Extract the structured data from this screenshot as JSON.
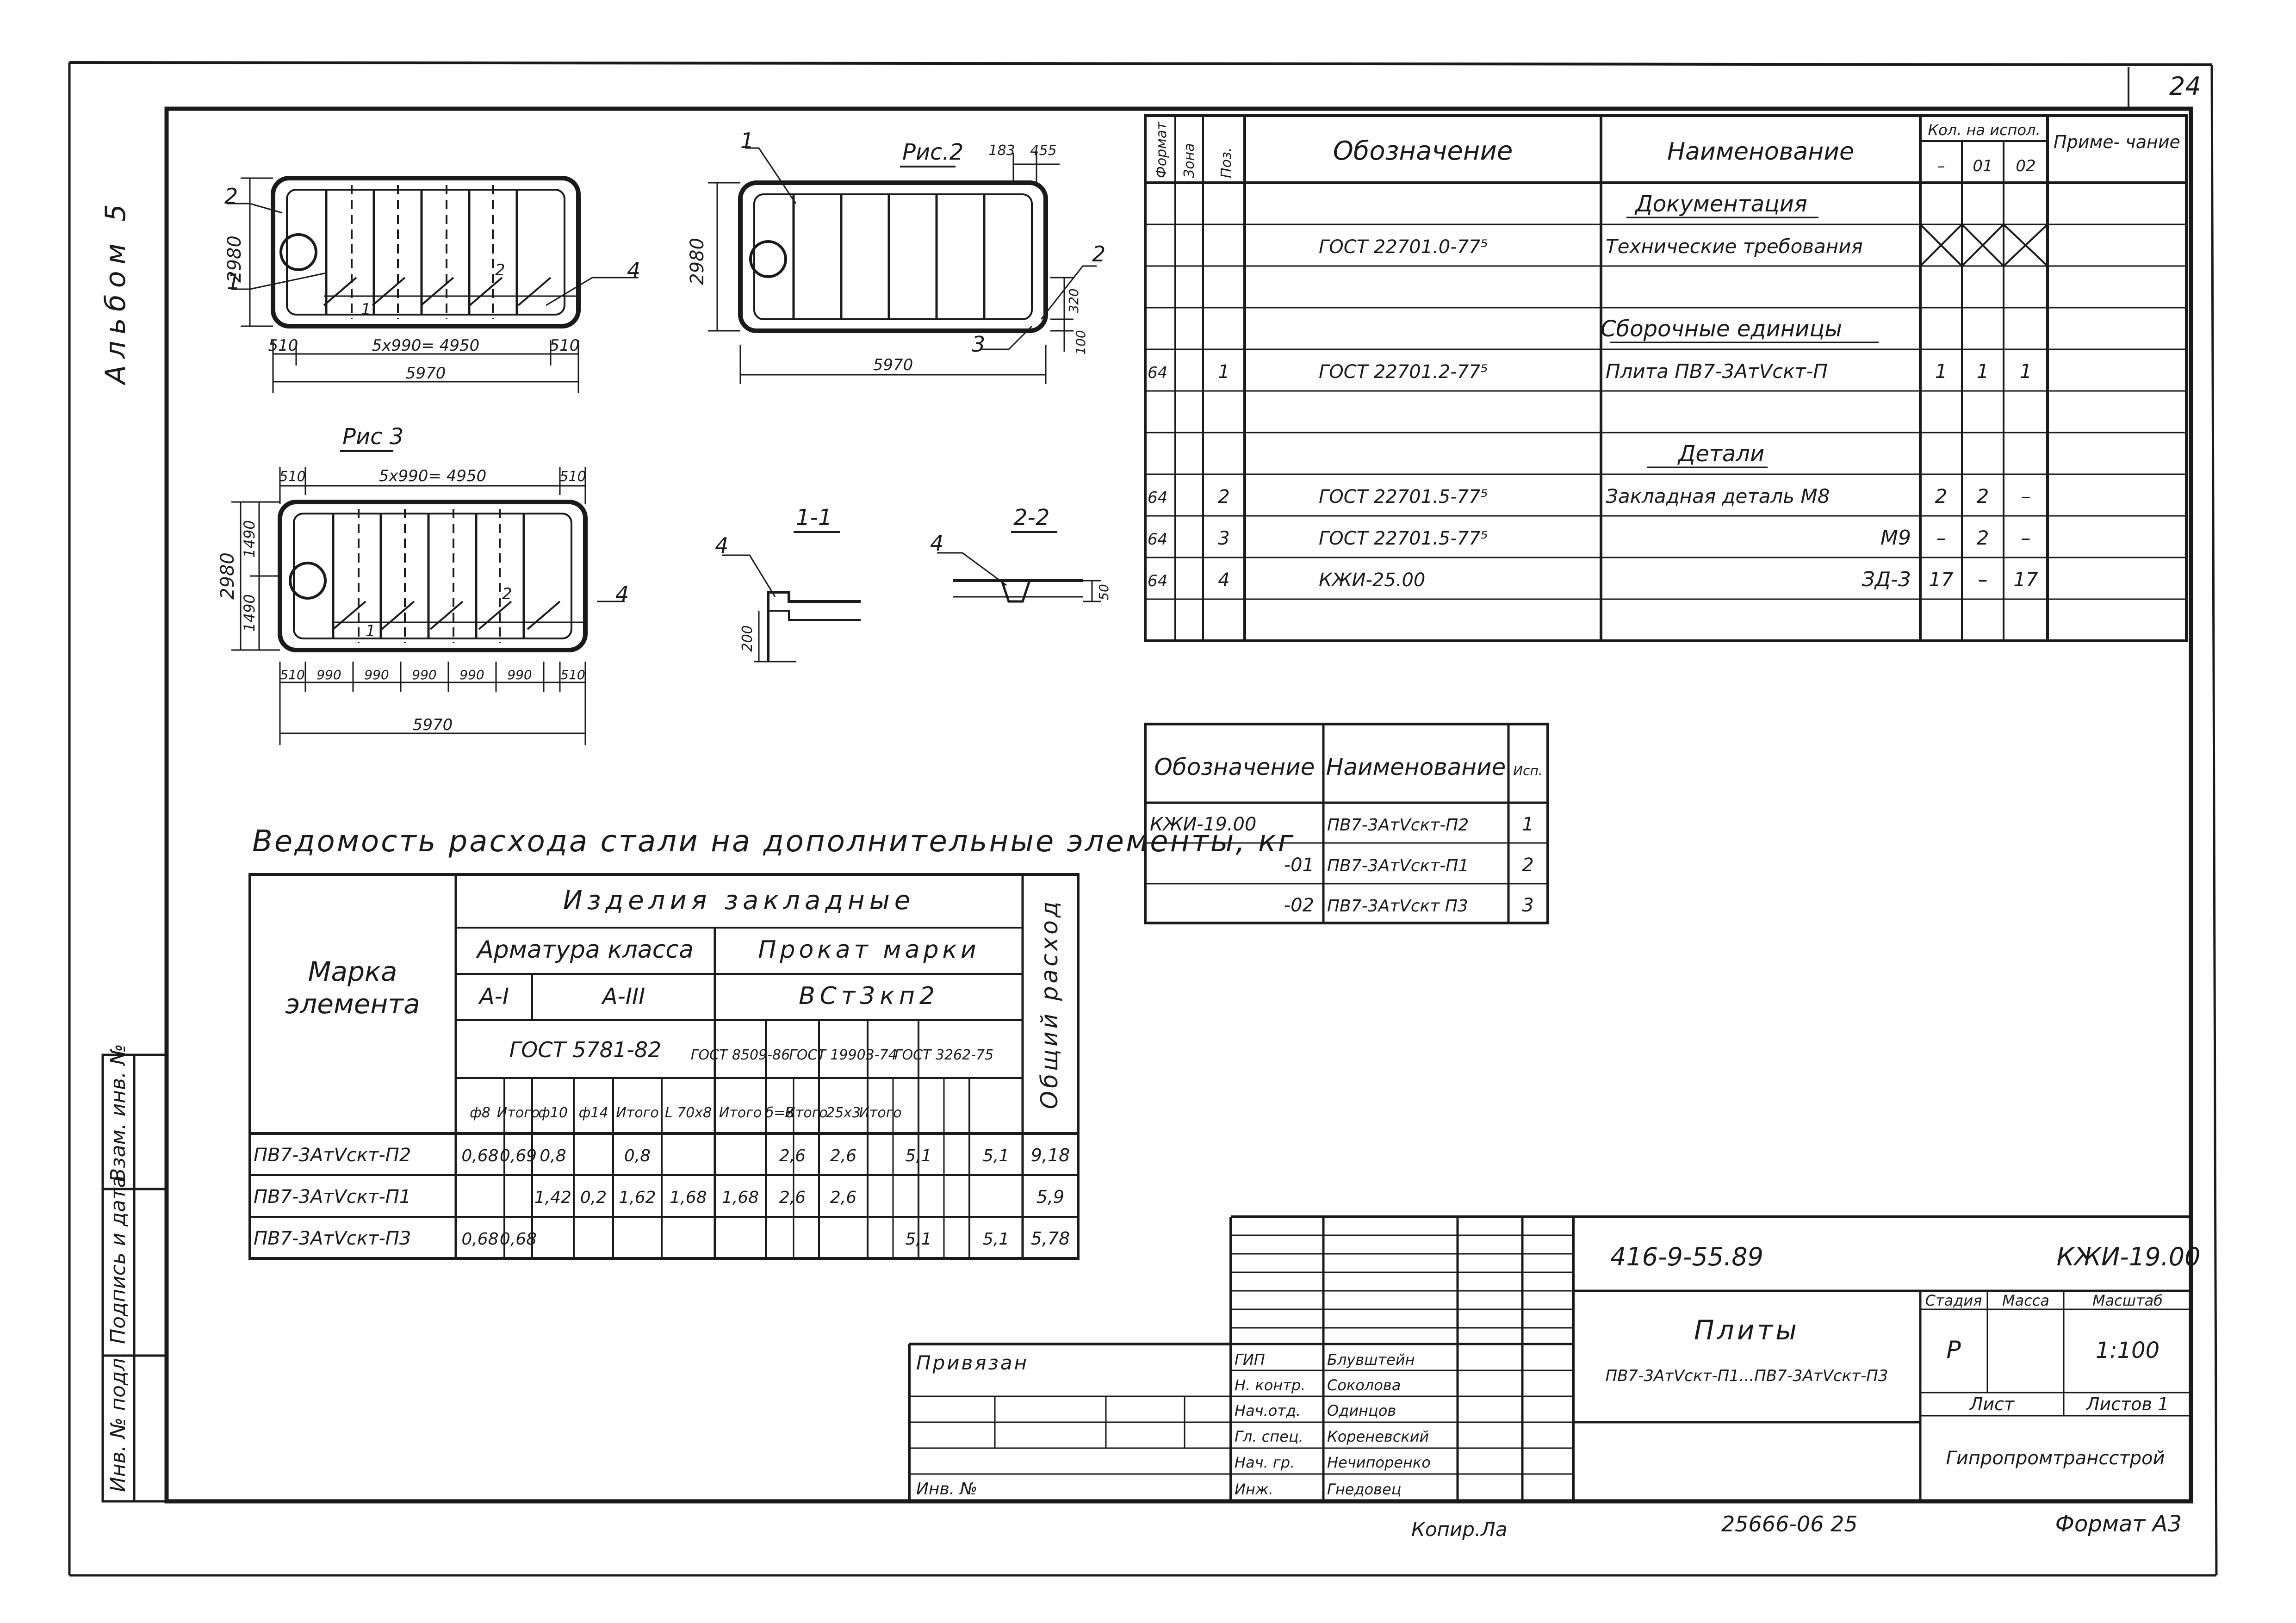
{
  "sheet": {
    "sheet_no": "24",
    "album_label": "Альбом 5",
    "copied_by": "Копир.Ла",
    "order_no": "25666-06 25",
    "format": "Формат А3"
  },
  "drawings": {
    "fig1": {
      "dim_height": "2980",
      "dim_edge_left": "510",
      "dim_spaces": "5х990= 4950",
      "dim_edge_right": "510",
      "dim_total": "5970",
      "tag_section": "1",
      "tag_section2": "2",
      "leaders": [
        "2",
        "1",
        "4"
      ]
    },
    "fig2": {
      "title": "Рис.2",
      "dim_height": "2980",
      "dim_top_a": "183",
      "dim_top_b": "455",
      "dim_right_a": "320",
      "dim_right_b": "100",
      "dim_total": "5970",
      "leaders": [
        "1",
        "2",
        "3"
      ]
    },
    "fig3": {
      "title": "Рис 3",
      "dim_left_edge": "510",
      "dim_spaces": "5х990= 4950",
      "dim_right_edge": "510",
      "dim_height": "2980",
      "dim_h_top": "1490",
      "dim_h_bottom": "1490",
      "dim_bottom": [
        "510",
        "990",
        "990",
        "990",
        "990",
        "990",
        "510"
      ],
      "dim_total": "5970",
      "tag_section": "1",
      "tag_section2": "2",
      "leader": "4"
    },
    "sec11": {
      "title": "1-1",
      "leader": "4",
      "dim": "200"
    },
    "sec22": {
      "title": "2-2",
      "leader": "4",
      "dim": "50"
    }
  },
  "spec": {
    "headers": {
      "format": "Формат",
      "zone": "Зона",
      "pos": "Поз.",
      "designation": "Обозначение",
      "name": "Наименование",
      "qty": "Кол. на испол.",
      "qty_cols": [
        "–",
        "01",
        "02"
      ],
      "note": "Приме- чание"
    },
    "rows": [
      {
        "format": "",
        "pos": "",
        "designation": "",
        "name": "Документация",
        "q1": "",
        "q2": "",
        "q3": ""
      },
      {
        "format": "",
        "pos": "",
        "designation": "ГОСТ 22701.0-77⁵",
        "name": "Технические требования",
        "q1": "",
        "q2": "",
        "q3": ""
      },
      {
        "format": "",
        "pos": "",
        "designation": "",
        "name": "",
        "q1": "",
        "q2": "",
        "q3": ""
      },
      {
        "format": "",
        "pos": "",
        "designation": "",
        "name": "Сборочные единицы",
        "q1": "",
        "q2": "",
        "q3": ""
      },
      {
        "format": "64",
        "pos": "1",
        "designation": "ГОСТ 22701.2-77⁵",
        "name": "Плита ПВ7-3АтⅤскт-П",
        "q1": "1",
        "q2": "1",
        "q3": "1"
      },
      {
        "format": "",
        "pos": "",
        "designation": "",
        "name": "",
        "q1": "",
        "q2": "",
        "q3": ""
      },
      {
        "format": "",
        "pos": "",
        "designation": "",
        "name": "Детали",
        "q1": "",
        "q2": "",
        "q3": ""
      },
      {
        "format": "64",
        "pos": "2",
        "designation": "ГОСТ 22701.5-77⁵",
        "name": "Закладная деталь М8",
        "q1": "2",
        "q2": "2",
        "q3": "–"
      },
      {
        "format": "64",
        "pos": "3",
        "designation": "ГОСТ 22701.5-77⁵",
        "name": "М9",
        "q1": "–",
        "q2": "2",
        "q3": "–"
      },
      {
        "format": "64",
        "pos": "4",
        "designation": "КЖИ-25.00",
        "name": "ЗД-3",
        "q1": "17",
        "q2": "–",
        "q3": "17"
      },
      {
        "format": "",
        "pos": "",
        "designation": "",
        "name": "",
        "q1": "",
        "q2": "",
        "q3": ""
      }
    ]
  },
  "variants": {
    "headers": [
      "Обозначение",
      "Наименование",
      "Исп."
    ],
    "rows": [
      [
        "КЖИ-19.00",
        "ПВ7-3АтⅤскт-П2",
        "1"
      ],
      [
        "-01",
        "ПВ7-3АтⅤскт-П1",
        "2"
      ],
      [
        "-02",
        "ПВ7-3АтⅤскт П3",
        "3"
      ]
    ]
  },
  "steel": {
    "title": "Ведомость расхода стали на дополнительные элементы, кг",
    "h_mark": "Марка элемента",
    "h_embedded": "Изделия закладные",
    "h_rebar_class": "Арматура класса",
    "h_rolled": "Прокат марки",
    "h_ai": "А-I",
    "h_aiii": "А-III",
    "h_st": "ВСт3кп2",
    "h_gost_rebar": "ГОСТ 5781-82",
    "h_gost_rolled": [
      "ГОСТ 8509-86",
      "ГОСТ 19903-74",
      "ГОСТ 3262-75"
    ],
    "h_total": "Общий расход",
    "h_cols": [
      "ф8",
      "Итого",
      "ф10",
      "ф14",
      "Итого",
      "L 70х8",
      "Итого",
      "б=8",
      "Итого",
      "25х3",
      "Итого"
    ],
    "rows": [
      {
        "mark": "ПВ7-3АтⅤскт-П2",
        "cells": [
          "0,68",
          "0,69",
          "0,8",
          "",
          "0,8",
          "",
          "",
          "2,6",
          "2,6",
          "5,1",
          "5,1"
        ],
        "total": "9,18"
      },
      {
        "mark": "ПВ7-3АтⅤскт-П1",
        "cells": [
          "",
          "",
          "1,42",
          "0,2",
          "1,62",
          "1,68",
          "1,68",
          "2,6",
          "2,6",
          "",
          ""
        ],
        "total": "5,9"
      },
      {
        "mark": "ПВ7-3АтⅤскт-П3",
        "cells": [
          "0,68",
          "0,68",
          "",
          "",
          "",
          "",
          "",
          "",
          "",
          "5,1",
          "5,1"
        ],
        "total": "5,78"
      }
    ]
  },
  "stamp_side": {
    "labels": [
      "Взам. инв. №",
      "Подпись и дата",
      "Инв. № подл."
    ]
  },
  "title_block": {
    "code": "416-9-55.89",
    "doc_no": "КЖИ-19.00",
    "title": "Плиты",
    "subtitle": "ПВ7-3АтⅤскт-П1...ПВ7-3АтⅤскт-П3",
    "stage_h": "Стадия",
    "mass_h": "Масса",
    "scale_h": "Масштаб",
    "stage": "Р",
    "mass": "",
    "scale": "1:100",
    "sheet_h": "Лист",
    "sheets_h": "Листов 1",
    "org": "Гипропромтрансстрой",
    "bound": "Привязан",
    "inv": "Инв. №",
    "roles": [
      {
        "role": "ГИП",
        "name": "Блувштейн"
      },
      {
        "role": "Н. контр.",
        "name": "Соколова"
      },
      {
        "role": "Нач.отд.",
        "name": "Одинцов"
      },
      {
        "role": "Гл. спец.",
        "name": "Кореневский"
      },
      {
        "role": "Нач. гр.",
        "name": "Нечипоренко"
      },
      {
        "role": "Инж.",
        "name": "Гнедовец"
      }
    ]
  }
}
